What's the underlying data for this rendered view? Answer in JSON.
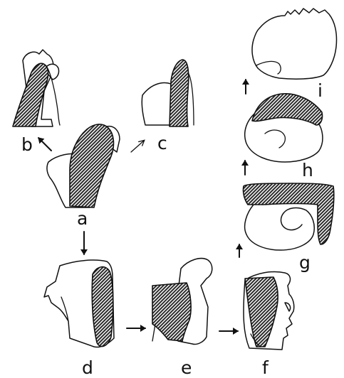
{
  "figure": {
    "labels": {
      "a": "a",
      "b": "b",
      "c": "c",
      "d": "d",
      "e": "e",
      "f": "f",
      "g": "g",
      "h": "h",
      "i": "i"
    }
  },
  "colors": {
    "ink": "#111111",
    "background": "#ffffff"
  }
}
